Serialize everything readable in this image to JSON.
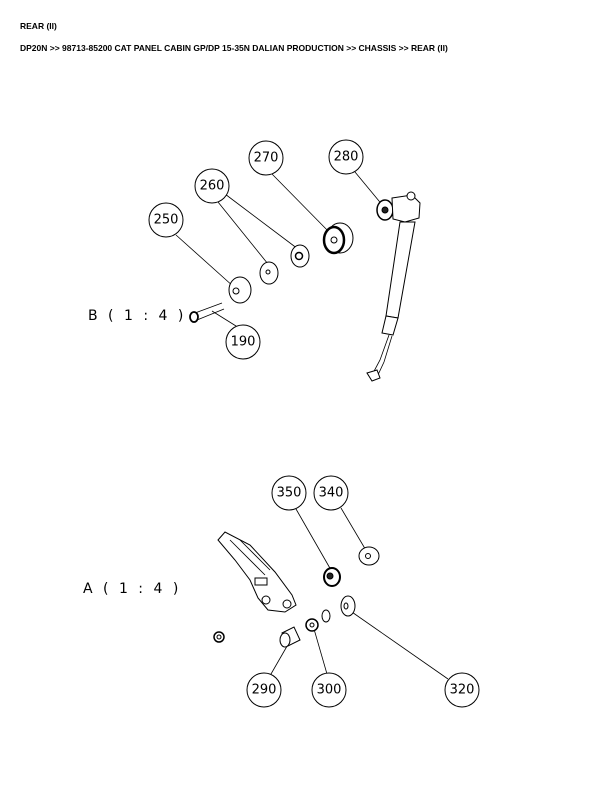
{
  "header": {
    "title": "REAR (II)",
    "breadcrumb": "DP20N >> 98713-85200 CAT PANEL CABIN GP/DP 15-35N DALIAN PRODUCTION >> CHASSIS >> REAR (II)"
  },
  "views": {
    "b": {
      "label": "B ( 1 : 4 )",
      "callouts": [
        "270",
        "280",
        "260",
        "250",
        "190"
      ]
    },
    "a": {
      "label": "A ( 1 : 4 )",
      "callouts": [
        "350",
        "340",
        "290",
        "300",
        "320"
      ]
    }
  }
}
